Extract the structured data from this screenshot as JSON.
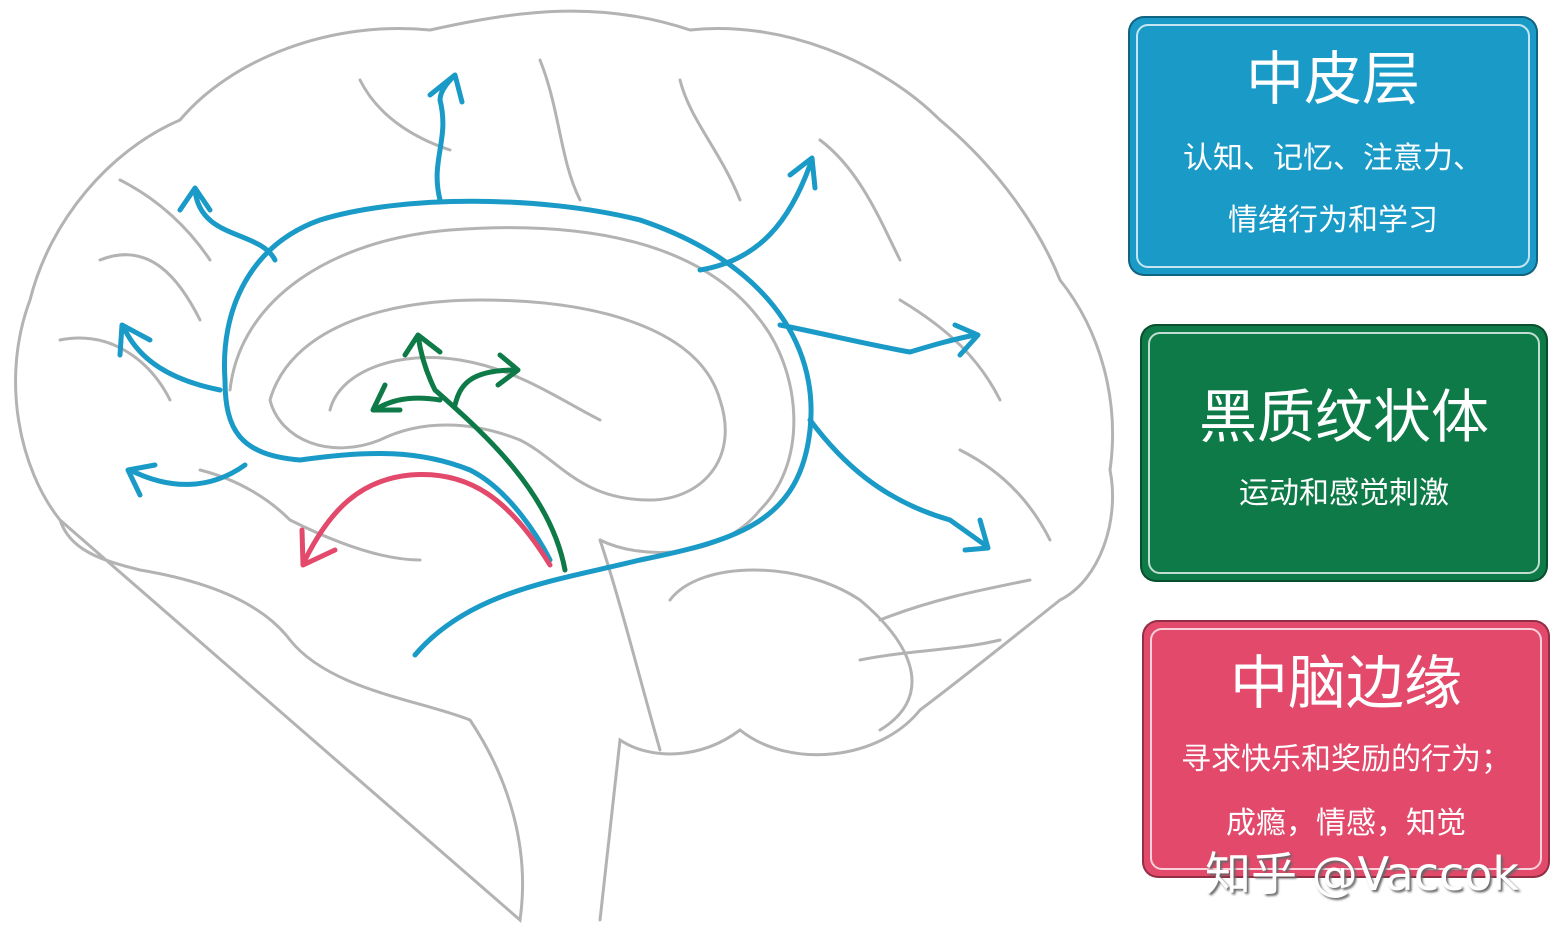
{
  "colors": {
    "mesocortical": "#1a9ac7",
    "nigrostriatal": "#0d7a47",
    "mesolimbic": "#e2496b",
    "outline": "#b3b3b3"
  },
  "pathways": [
    {
      "title": "中皮层",
      "lines": [
        "认知、记忆、注意力、",
        "情绪行为和学习"
      ]
    },
    {
      "title": "黑质纹状体",
      "lines": [
        "运动和感觉刺激"
      ]
    },
    {
      "title": "中脑边缘",
      "lines": [
        "寻求快乐和奖励的行为；",
        "成瘾，情感，知觉"
      ]
    }
  ],
  "watermark": "知乎 @Vaccok"
}
